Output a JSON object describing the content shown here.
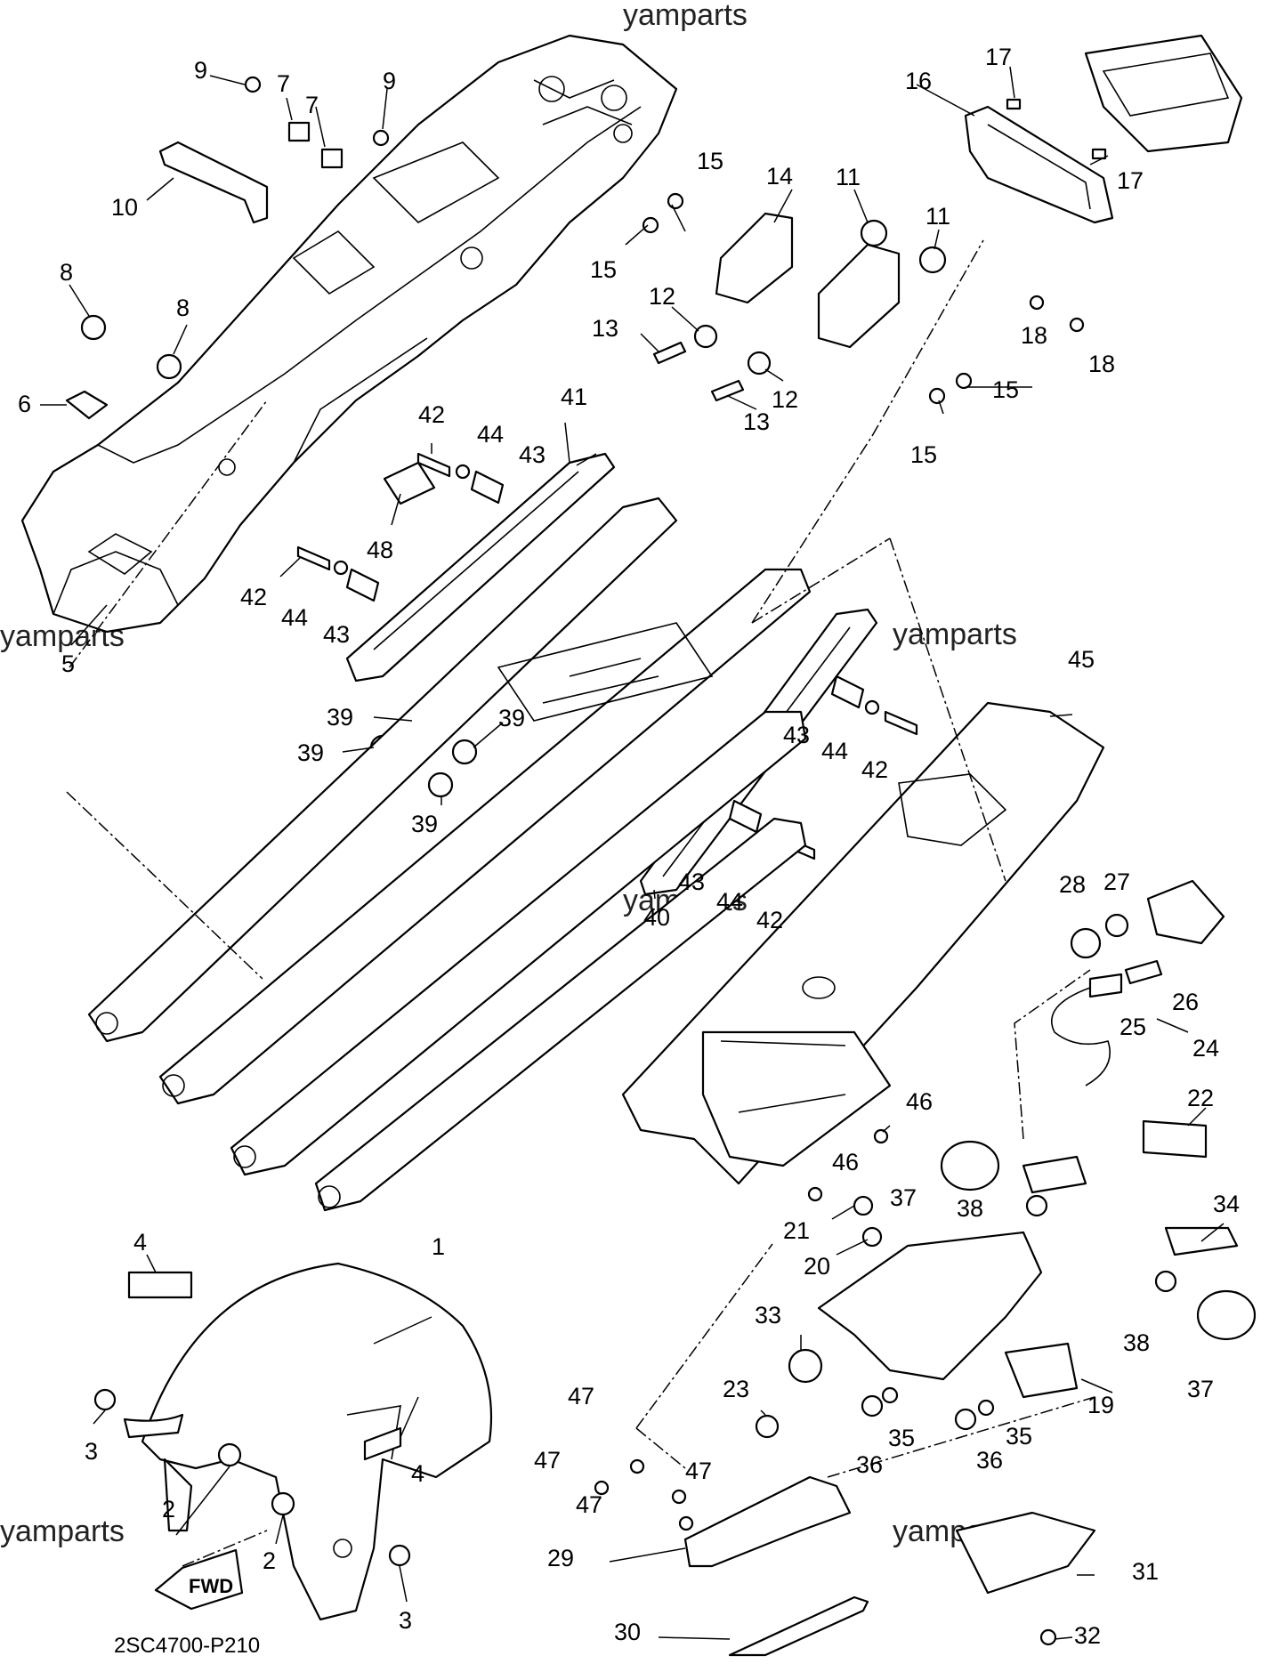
{
  "watermark": "yamparts",
  "diagram_code": "2SC4700-P210",
  "fwd_label": "FWD",
  "callouts": {
    "c1": "1",
    "c2a": "2",
    "c2b": "2",
    "c3a": "3",
    "c3b": "3",
    "c4a": "4",
    "c4b": "4",
    "c5": "5",
    "c6": "6",
    "c7a": "7",
    "c7b": "7",
    "c8a": "8",
    "c8b": "8",
    "c9a": "9",
    "c9b": "9",
    "c10": "10",
    "c11a": "11",
    "c11b": "11",
    "c12a": "12",
    "c12b": "12",
    "c13a": "13",
    "c13b": "13",
    "c14": "14",
    "c15a": "15",
    "c15b": "15",
    "c15c": "15",
    "c15d": "15",
    "c16": "16",
    "c17a": "17",
    "c17b": "17",
    "c18a": "18",
    "c18b": "18",
    "c19": "19",
    "c20": "20",
    "c21": "21",
    "c22": "22",
    "c23": "23",
    "c24": "24",
    "c25": "25",
    "c26": "26",
    "c27": "27",
    "c28": "28",
    "c29": "29",
    "c30": "30",
    "c31": "31",
    "c32": "32",
    "c33": "33",
    "c34": "34",
    "c35a": "35",
    "c35b": "35",
    "c36a": "36",
    "c36b": "36",
    "c37a": "37",
    "c37b": "37",
    "c38a": "38",
    "c38b": "38",
    "c39a": "39",
    "c39b": "39",
    "c39c": "39",
    "c39d": "39",
    "c40": "40",
    "c41": "41",
    "c42a": "42",
    "c42b": "42",
    "c42c": "42",
    "c42d": "42",
    "c43a": "43",
    "c43b": "43",
    "c43c": "43",
    "c43d": "43",
    "c44a": "44",
    "c44b": "44",
    "c44c": "44",
    "c44d": "44",
    "c45": "45",
    "c46a": "46",
    "c46b": "46",
    "c47a": "47",
    "c47b": "47",
    "c47c": "47",
    "c47d": "47",
    "c48": "48"
  }
}
